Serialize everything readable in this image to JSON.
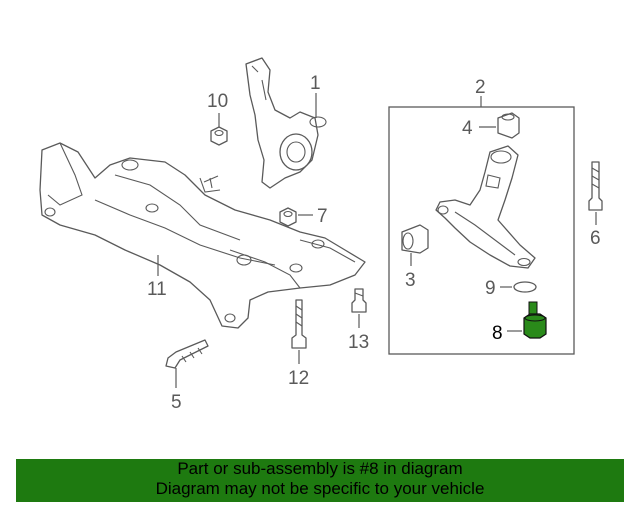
{
  "callouts": {
    "c1": "1",
    "c2": "2",
    "c3": "3",
    "c4": "4",
    "c5": "5",
    "c6": "6",
    "c7": "7",
    "c8": "8",
    "c9": "9",
    "c10": "10",
    "c11": "11",
    "c12": "12",
    "c13": "13"
  },
  "highlight_part": "8",
  "colors": {
    "highlight": "#2a8a1a",
    "banner": "#1e7a10",
    "line": "#5a5a5a"
  },
  "banner": {
    "line1": "Part or sub-assembly is #8 in diagram",
    "line2": "Diagram may not be specific to your vehicle"
  }
}
